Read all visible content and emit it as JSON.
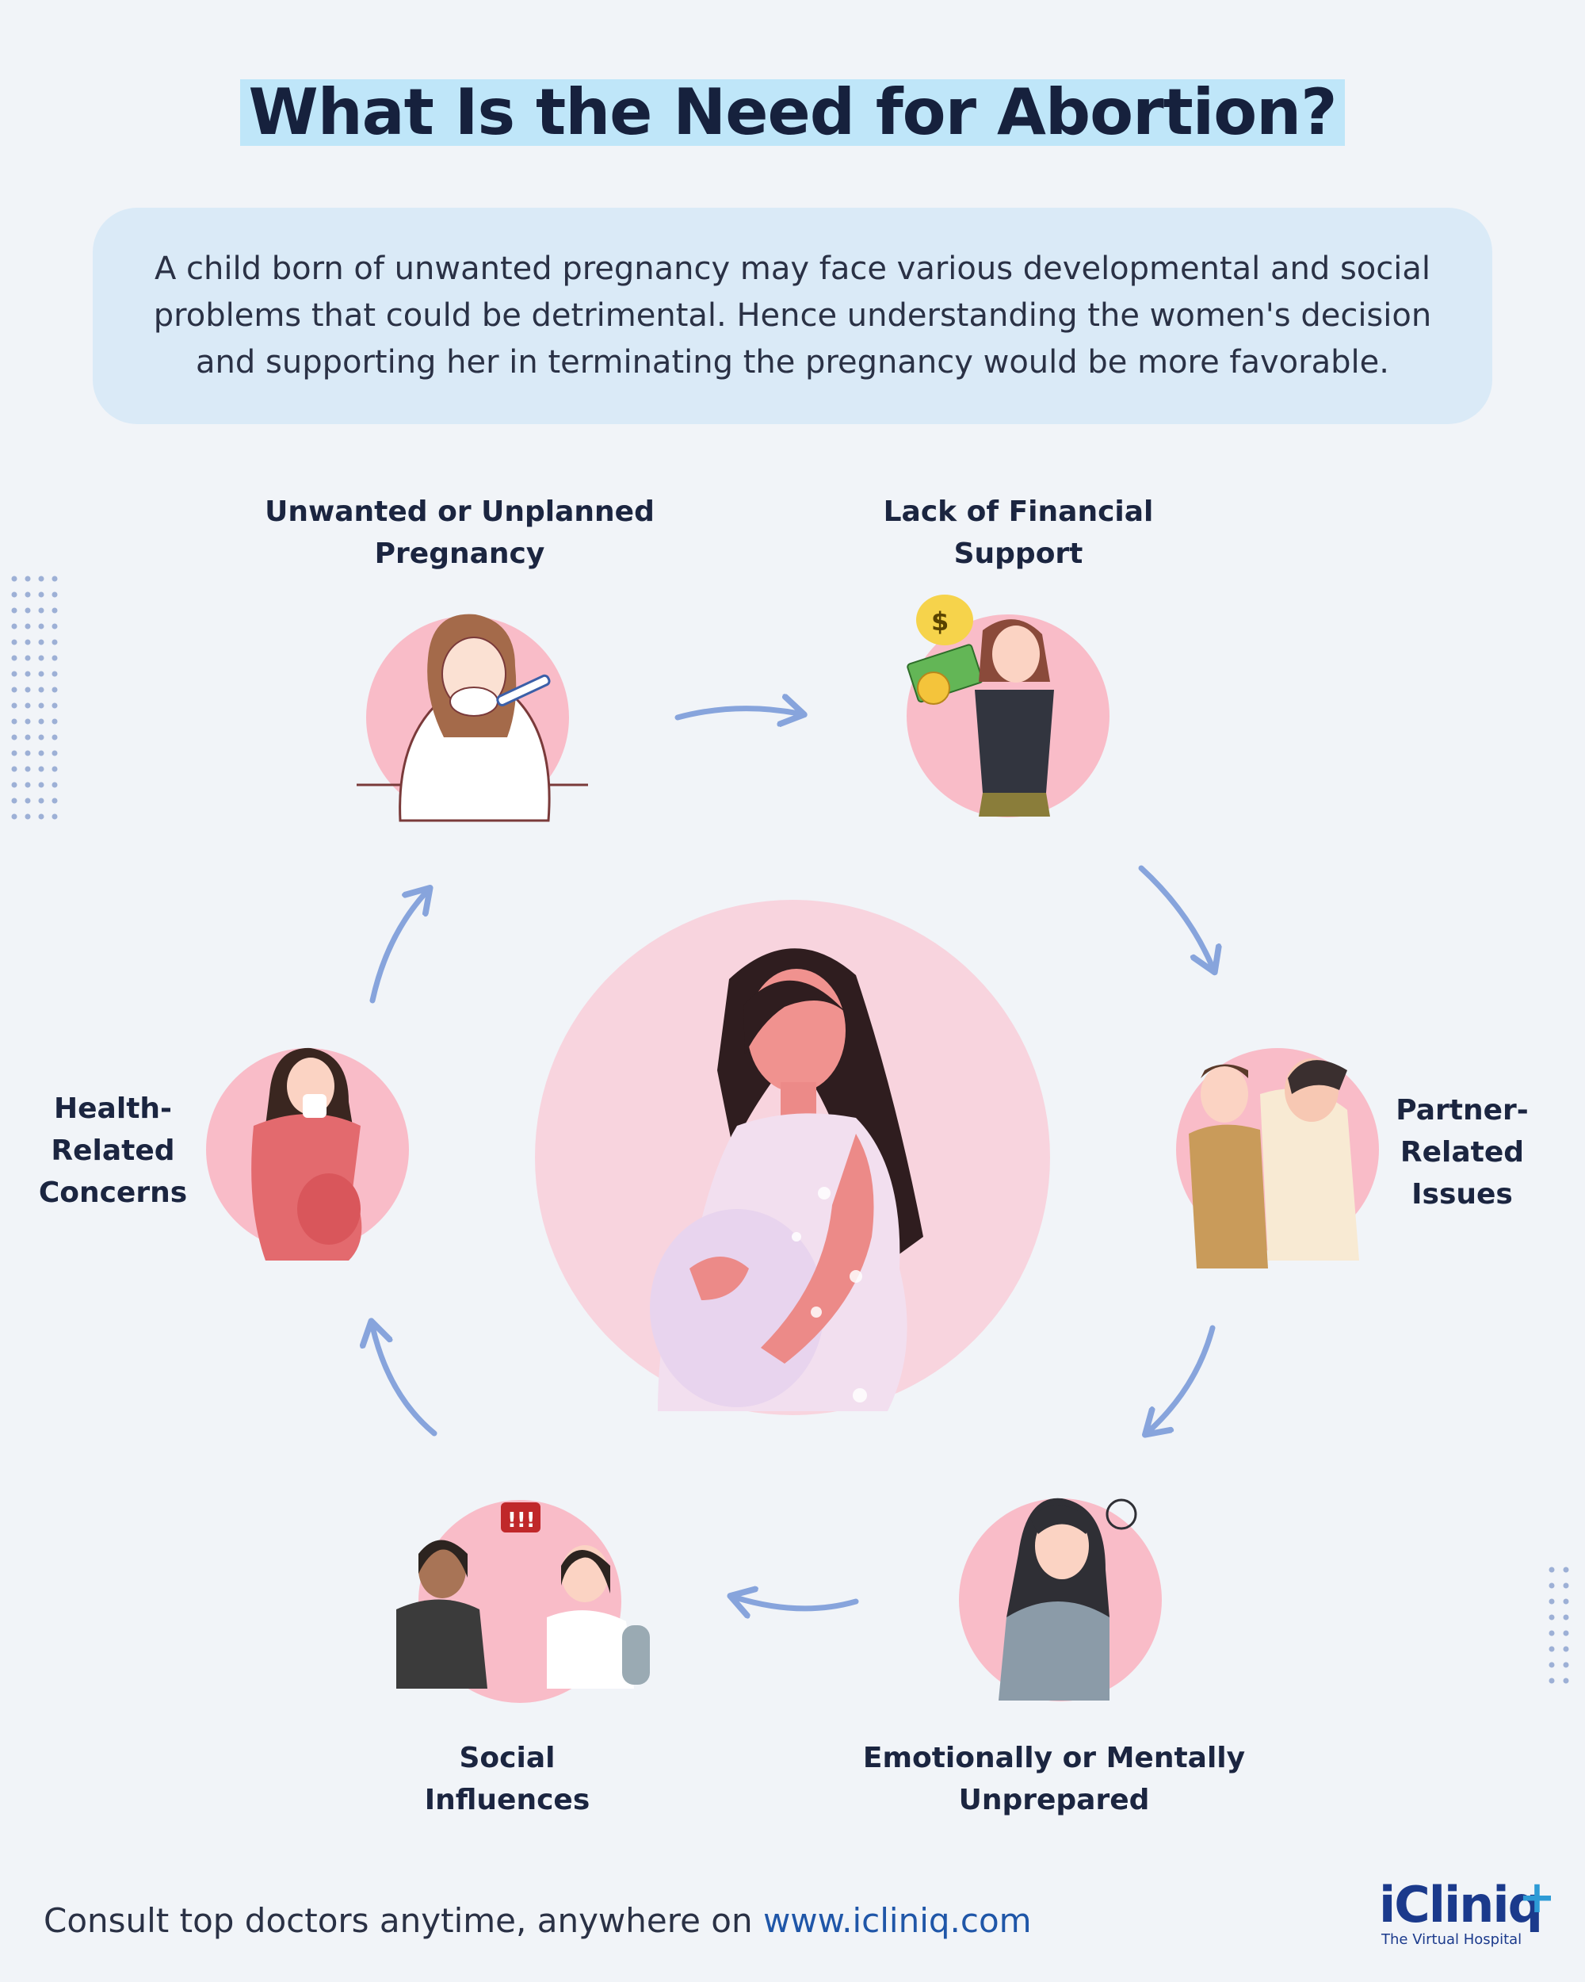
{
  "title": "What Is the Need for Abortion?",
  "intro": "A child born of unwanted pregnancy may face various developmental and social problems that could be detrimental. Hence understanding the women's decision and supporting her in terminating the pregnancy would be more favorable.",
  "reasons": [
    {
      "lines": [
        "Unwanted or Unplanned",
        "Pregnancy"
      ],
      "icon": "crying-woman-with-test-icon"
    },
    {
      "lines": [
        "Lack of Financial",
        "Support"
      ],
      "icon": "worried-woman-with-money-icon"
    },
    {
      "lines": [
        "Partner-",
        "Related",
        "Issues"
      ],
      "icon": "arguing-couple-icon"
    },
    {
      "lines": [
        "Emotionally or Mentally",
        "Unprepared"
      ],
      "icon": "crying-pregnant-woman-icon"
    },
    {
      "lines": [
        "Social",
        "Influences"
      ],
      "icon": "people-arguing-icon"
    },
    {
      "lines": [
        "Health-",
        "Related",
        "Concerns"
      ],
      "icon": "sick-pregnant-woman-icon"
    }
  ],
  "center_icon": "pregnant-woman-icon",
  "speech_badge": "!!!",
  "footer": {
    "text": "Consult top doctors anytime, anywhere on ",
    "link": "www.icliniq.com"
  },
  "logo": {
    "name": "iCliniq",
    "plus": "+",
    "tagline": "The Virtual Hospital"
  },
  "colors": {
    "background": "#f1f4f8",
    "title_highlight": "#bfe6f9",
    "intro_box": "#daeaf7",
    "circle_pink": "#f9bcc8",
    "center_circle": "#f8d4de",
    "arrow": "#87a4dc",
    "link": "#1f56a8"
  }
}
